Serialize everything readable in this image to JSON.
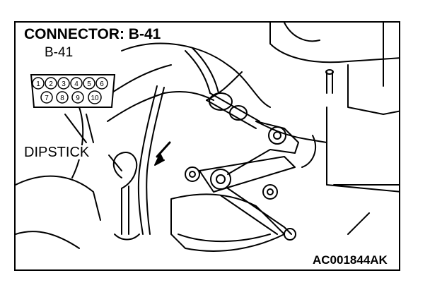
{
  "title": "CONNECTOR: B-41",
  "connector_label": "B-41",
  "callout_label": "DIPSTICK",
  "figure_code": "AC001844AK",
  "connector_pins": {
    "top_row": [
      "1",
      "2",
      "3",
      "4",
      "5",
      "6"
    ],
    "bottom_row": [
      "7",
      "8",
      "9",
      "10"
    ]
  }
}
